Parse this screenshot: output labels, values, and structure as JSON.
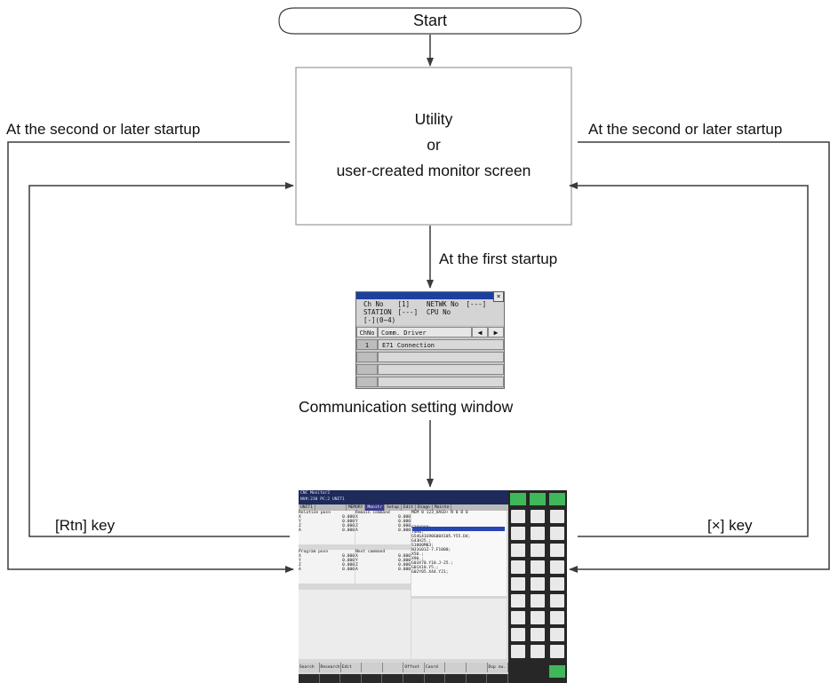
{
  "nodes": {
    "start": "Start",
    "utility": [
      "Utility",
      "or",
      "user-created monitor screen"
    ],
    "comm_window_caption": "Communication setting window"
  },
  "edges": {
    "second_startup_left": "At the second or later startup",
    "second_startup_right": "At the second or later startup",
    "first_startup": "At the first startup",
    "rtn_key": "[Rtn] key",
    "x_key": "[×] key"
  },
  "comm_window": {
    "close_glyph": "×",
    "ch_no_label": "Ch No",
    "ch_no_value": "[1]",
    "netwk_label": "NETWK No",
    "netwk_value": "[---]",
    "station_label": "STATION",
    "station_value": "[---]",
    "cpu_label": "CPU No",
    "cpu_value": "[-](0~4)",
    "col_chno": "ChNo",
    "col_driver": "Comm. Driver",
    "rows": [
      {
        "no": "1",
        "driver": "E71 Connection"
      },
      {
        "no": "",
        "driver": ""
      },
      {
        "no": "",
        "driver": ""
      },
      {
        "no": "",
        "driver": ""
      }
    ]
  },
  "cnc_screen": {
    "title": "CNC Monitor2",
    "subtitle": "NV#:230 PC:2 UNIT1",
    "tabs": [
      "UNIT1",
      "",
      "MEMORY",
      "Monitr",
      "Setup",
      "Edit",
      "Diagn",
      "Mainte"
    ],
    "selected_tab": "Monitr",
    "relative_posn": "Relative posn",
    "remain_command": "Remain command",
    "program_posn": "Program posn",
    "next_command": "Next command",
    "axes": [
      "X",
      "Y",
      "Z",
      "A"
    ],
    "axis_value": "0.000",
    "softkeys": [
      "Search",
      "Research",
      "Edit",
      "",
      "",
      "Offset",
      "Coord",
      "",
      "",
      "Dsp sw."
    ],
    "program_lines": [
      "MEM  0 123_HAGO+ N    0 B    0",
      "G28X0Y0;",
      "T4M6;",
      "G54G41G90G00X105.Y55.D4;",
      "G43H25.;",
      "S1000M03;",
      "N31G01Z-7.F1000;",
      "X50.;",
      "X90.;",
      "G03X70.Y10.J-25.;",
      "G01X10.Y5.;",
      "G02Y05.X44.Y21;"
    ]
  },
  "colors": {
    "arrow": "#3b3b3b",
    "box_border": "#9a9a9a",
    "dialog_title": "#1d3f9e",
    "cnc_selected_tab": "#3b3b8f",
    "pad_green": "#3fb85a"
  }
}
